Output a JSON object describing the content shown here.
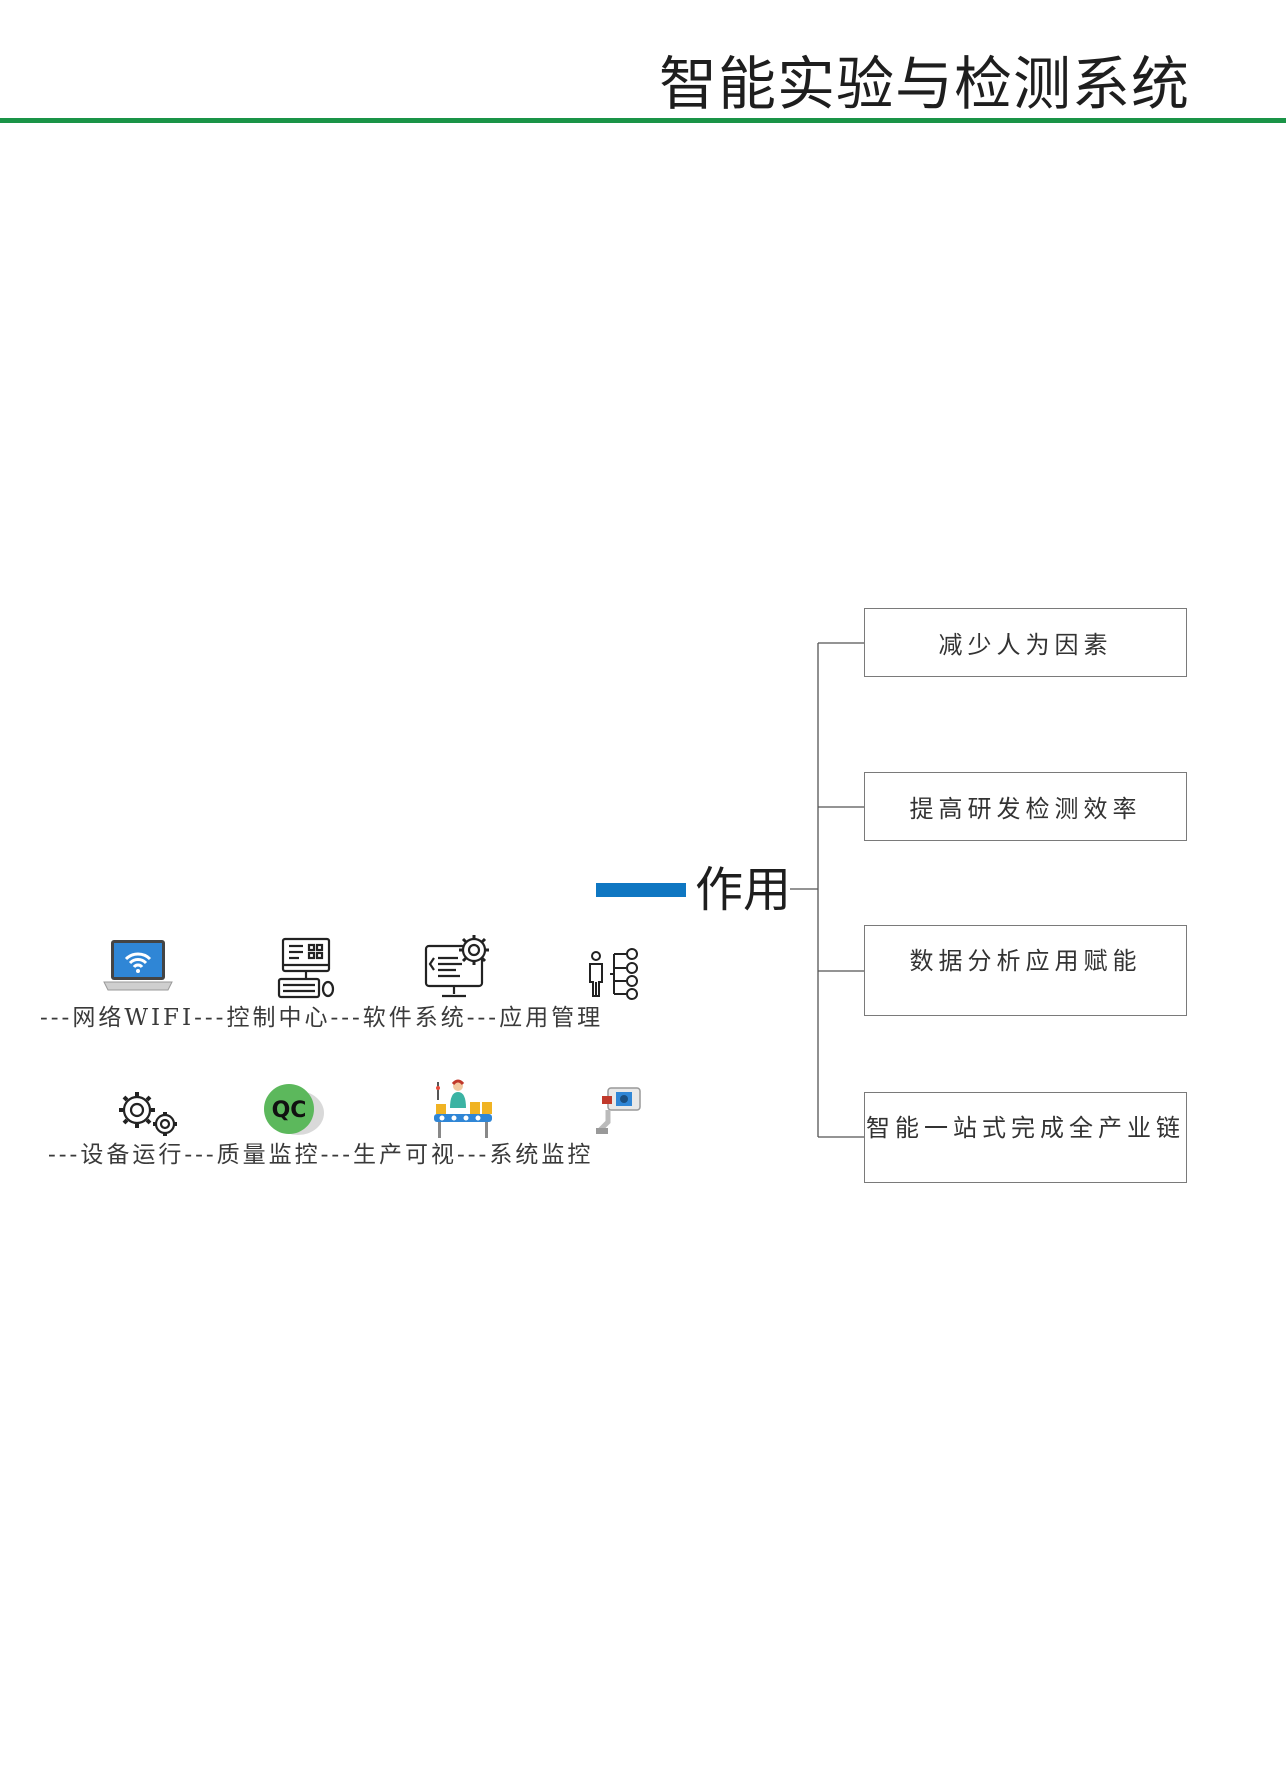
{
  "header": {
    "title": "智能实验与检测系统",
    "rule_color": "#1a9447"
  },
  "center": {
    "label": "作用",
    "accent_color": "#0f77c2"
  },
  "nodes": [
    {
      "label": "减少人为因素"
    },
    {
      "label": "提高研发检测效率"
    },
    {
      "label": "数据分析应用赋能"
    },
    {
      "label": "智能一站式完成全产业链"
    }
  ],
  "features": {
    "row1": [
      "网络WIFI",
      "控制中心",
      "软件系统",
      "应用管理"
    ],
    "row2": [
      "设备运行",
      "质量监控",
      "生产可视",
      "系统监控"
    ],
    "separator": "---",
    "icons_row1": [
      "laptop-wifi-icon",
      "control-center-computer-icon",
      "software-gear-monitor-icon",
      "app-management-tree-icon"
    ],
    "icons_row2": [
      "gears-icon",
      "qc-badge-icon",
      "production-line-icon",
      "security-camera-icon"
    ],
    "qc_text": "QC",
    "qc_color": "#5cb85c"
  }
}
